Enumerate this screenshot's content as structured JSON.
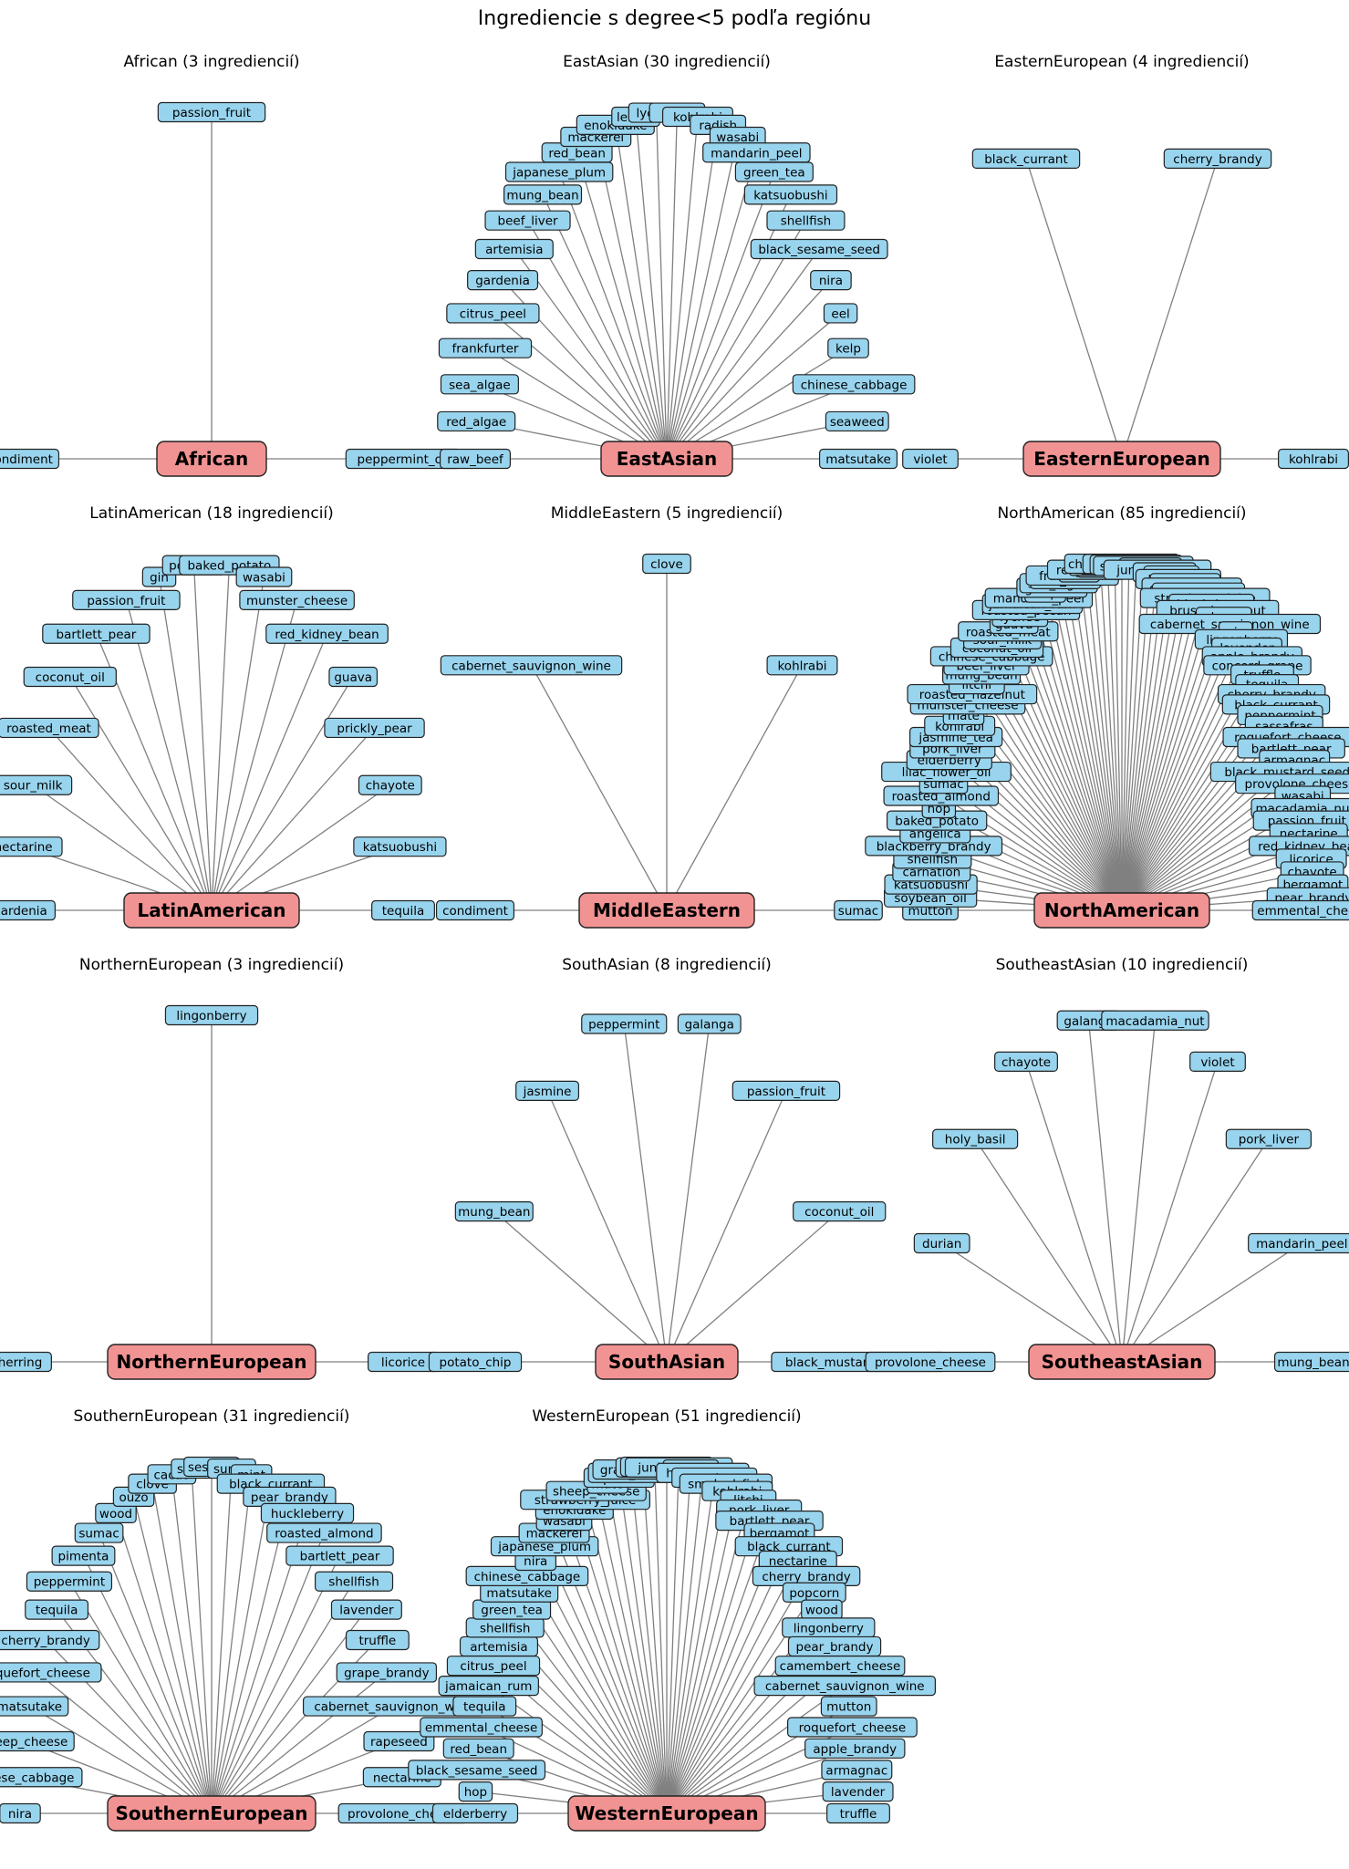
{
  "title": "Ingrediencie s degree<5 podľa regiónu",
  "colors": {
    "center_fill": "#f29393",
    "leaf_fill": "#98d4ee",
    "edge": "#808080",
    "box_stroke": "#222222"
  },
  "panels": [
    {
      "region": "African",
      "title": "African (3 ingrediencií)",
      "ingredients": [
        "condiment",
        "passion_fruit",
        "peppermint_oil"
      ]
    },
    {
      "region": "EastAsian",
      "title": "EastAsian (30 ingrediencií)",
      "ingredients": [
        "raw_beef",
        "red_algae",
        "sea_algae",
        "frankfurter",
        "citrus_peel",
        "gardenia",
        "artemisia",
        "beef_liver",
        "mung_bean",
        "japanese_plum",
        "red_bean",
        "mackerel",
        "enokidake",
        "lemon",
        "lychee",
        "litchi",
        "kohlrabi",
        "radish",
        "wasabi",
        "mandarin_peel",
        "green_tea",
        "katsuobushi",
        "shellfish",
        "black_sesame_seed",
        "nira",
        "eel",
        "kelp",
        "chinese_cabbage",
        "seaweed",
        "matsutake"
      ]
    },
    {
      "region": "EasternEuropean",
      "title": "EasternEuropean (4 ingrediencií)",
      "ingredients": [
        "violet",
        "black_currant",
        "cherry_brandy",
        "kohlrabi"
      ]
    },
    {
      "region": "LatinAmerican",
      "title": "LatinAmerican (18 ingrediencií)",
      "ingredients": [
        "gardenia",
        "nectarine",
        "sour_milk",
        "roasted_meat",
        "coconut_oil",
        "bartlett_pear",
        "passion_fruit",
        "gin",
        "popcorn",
        "baked_potato",
        "wasabi",
        "munster_cheese",
        "red_kidney_bean",
        "guava",
        "prickly_pear",
        "chayote",
        "katsuobushi",
        "tequila"
      ]
    },
    {
      "region": "MiddleEastern",
      "title": "MiddleEastern (5 ingrediencií)",
      "ingredients": [
        "condiment",
        "cabernet_sauvignon_wine",
        "clove",
        "kohlrabi",
        "sumac"
      ]
    },
    {
      "region": "NorthAmerican",
      "title": "NorthAmerican (85 ingrediencií)",
      "ingredients": [
        "mutton",
        "soybean_oil",
        "katsuobushi",
        "carnation",
        "shellfish",
        "blackberry_brandy",
        "angelica",
        "baked_potato",
        "hop",
        "roasted_almond",
        "sumac",
        "lilac_flower_oil",
        "elderberry",
        "pork_liver",
        "jasmine_tea",
        "kohlrabi",
        "mate",
        "munster_cheese",
        "roasted_hazelnut",
        "litchi",
        "mung_bean",
        "beef_liver",
        "chinese_cabbage",
        "coconut_oil",
        "sour_milk",
        "roasted_meat",
        "guava",
        "lychee",
        "roasted_pecan",
        "jamaican_rum",
        "mandarin_peel",
        "kelp",
        "gardenia",
        "sea_algae",
        "raw_beef",
        "frankfurter",
        "nira",
        "red_algae",
        "eel",
        "seaweed",
        "quince",
        "sauerkraut",
        "champagne_wine",
        "huckleberry",
        "smoked_fish",
        "sheep_cheese",
        "cabbage",
        "juniper_berry",
        "pimento",
        "durian",
        "holy_basil",
        "rapeseed",
        "grape_brandy",
        "blue_cheese",
        "strawberry_juice",
        "black_bean",
        "brussels_sprout",
        "cherry",
        "cabernet_sauvignon_wine",
        "gin",
        "lingonberry",
        "lavender",
        "apple_brandy",
        "concord_grape",
        "truffle",
        "tequila",
        "cherry_brandy",
        "black_currant",
        "peppermint",
        "sassafras",
        "roquefort_cheese",
        "bartlett_pear",
        "armagnac",
        "black_mustard_seed_oil",
        "provolone_cheese",
        "wasabi",
        "macadamia_nut",
        "passion_fruit",
        "nectarine",
        "red_kidney_bean",
        "licorice",
        "chayote",
        "bergamot",
        "pear_brandy",
        "emmental_cheese"
      ]
    },
    {
      "region": "NorthernEuropean",
      "title": "NorthernEuropean (3 ingrediencií)",
      "ingredients": [
        "herring",
        "lingonberry",
        "licorice"
      ]
    },
    {
      "region": "SouthAsian",
      "title": "SouthAsian (8 ingrediencií)",
      "ingredients": [
        "potato_chip",
        "mung_bean",
        "jasmine",
        "peppermint",
        "galanga",
        "passion_fruit",
        "coconut_oil",
        "black_mustard_seed_oil"
      ]
    },
    {
      "region": "SoutheastAsian",
      "title": "SoutheastAsian (10 ingrediencií)",
      "ingredients": [
        "provolone_cheese",
        "durian",
        "holy_basil",
        "chayote",
        "galanga",
        "macadamia_nut",
        "violet",
        "pork_liver",
        "mandarin_peel",
        "mung_bean"
      ]
    },
    {
      "region": "SouthernEuropean",
      "title": "SouthernEuropean (31 ingrediencií)",
      "ingredients": [
        "nira",
        "chinese_cabbage",
        "sheep_cheese",
        "matsutake",
        "roquefort_cheese",
        "cherry_brandy",
        "tequila",
        "peppermint",
        "pimenta",
        "sumac",
        "wood",
        "ouzo",
        "clove",
        "cacao",
        "seed",
        "sesame",
        "sunac",
        "mint",
        "black_currant",
        "pear_brandy",
        "huckleberry",
        "roasted_almond",
        "bartlett_pear",
        "shellfish",
        "lavender",
        "truffle",
        "grape_brandy",
        "cabernet_sauvignon_wine",
        "rapeseed",
        "nectarine",
        "provolone_cheese"
      ]
    },
    {
      "region": "WesternEuropean",
      "title": "WesternEuropean (51 ingrediencií)",
      "ingredients": [
        "elderberry",
        "hop",
        "black_sesame_seed",
        "red_bean",
        "emmental_cheese",
        "tequila",
        "jamaican_rum",
        "citrus_peel",
        "artemisia",
        "shellfish",
        "green_tea",
        "matsutake",
        "chinese_cabbage",
        "nira",
        "japanese_plum",
        "mackerel",
        "wasabi",
        "enokidake",
        "strawberry_juice",
        "sheep_cheese",
        "mate",
        "rapeseed",
        "black_bean",
        "grape_brandy",
        "sassafras",
        "blue_cheese",
        "juniper_berry",
        "brandy",
        "huckleberry",
        "sauerkraut",
        "smoked_fish",
        "kohlrabi",
        "litchi",
        "pork_liver",
        "bartlett_pear",
        "bergamot",
        "black_currant",
        "nectarine",
        "cherry_brandy",
        "popcorn",
        "wood",
        "lingonberry",
        "pear_brandy",
        "camembert_cheese",
        "cabernet_sauvignon_wine",
        "mutton",
        "roquefort_cheese",
        "apple_brandy",
        "armagnac",
        "lavender",
        "truffle"
      ]
    }
  ]
}
